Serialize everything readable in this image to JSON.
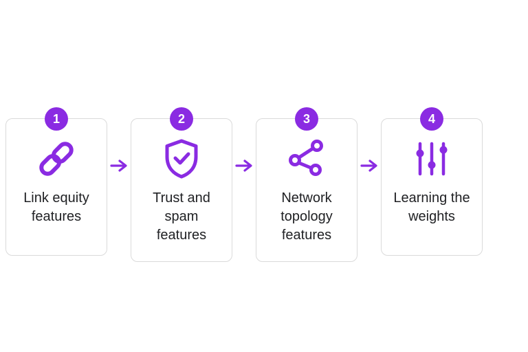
{
  "colors": {
    "accent": "#8A2BE2",
    "card_border": "#DADADA",
    "text": "#202124",
    "background": "#FFFFFF",
    "badge_text": "#FFFFFF"
  },
  "diagram": {
    "type": "process-steps",
    "steps": [
      {
        "number": "1",
        "label": "Link equity features",
        "icon": "link-icon"
      },
      {
        "number": "2",
        "label": "Trust and spam features",
        "icon": "shield-check-icon"
      },
      {
        "number": "3",
        "label": "Network topology features",
        "icon": "network-topology-icon"
      },
      {
        "number": "4",
        "label": "Learning the weights",
        "icon": "sliders-icon"
      }
    ],
    "connector_icon": "arrow-right-icon"
  }
}
